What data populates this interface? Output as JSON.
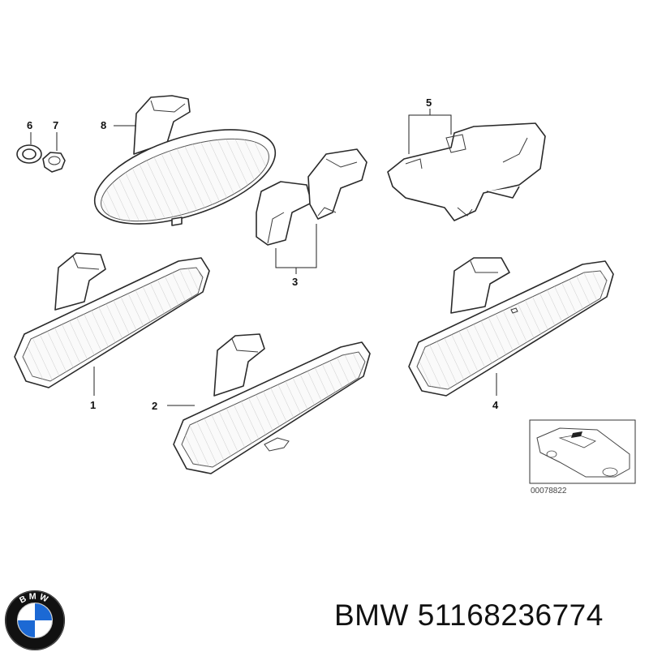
{
  "diagram": {
    "callouts": [
      "1",
      "2",
      "3",
      "4",
      "5",
      "6",
      "7",
      "8"
    ],
    "reference_code": "00078822"
  },
  "brand": {
    "logo_letters": "BMW",
    "logo_colors": {
      "blue": "#1c69d4",
      "white": "#ffffff",
      "black": "#111111"
    },
    "name": "BMW",
    "part_number": "51168236774"
  }
}
